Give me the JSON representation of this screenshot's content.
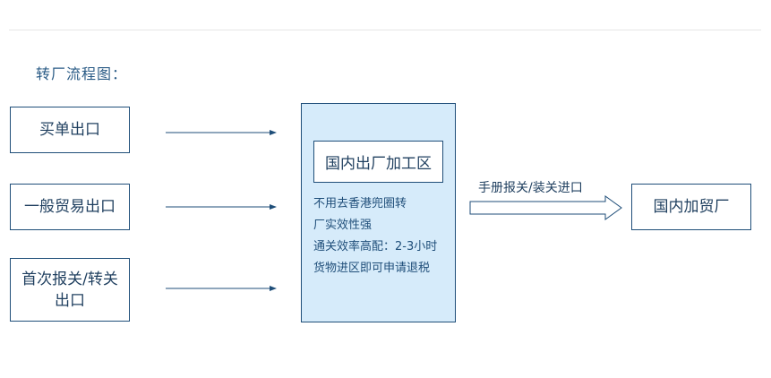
{
  "title": "转厂流程图：",
  "sources": [
    {
      "label": "买单出口"
    },
    {
      "label": "一般贸易出口"
    },
    {
      "label_line1": "首次报关/转关",
      "label_line2": "出口"
    }
  ],
  "center": {
    "title": "国内出厂加工区",
    "features": [
      "不用去香港兜圈转",
      "厂实效性强",
      "通关效率高配：2-3小时",
      "货物进区即可申请退税"
    ]
  },
  "arrow_label": "手册报关/装关进口",
  "destination": "国内加贸厂",
  "colors": {
    "border": "#1f4e79",
    "panel_fill": "#d6ebfa",
    "text": "#1f3f5f"
  }
}
